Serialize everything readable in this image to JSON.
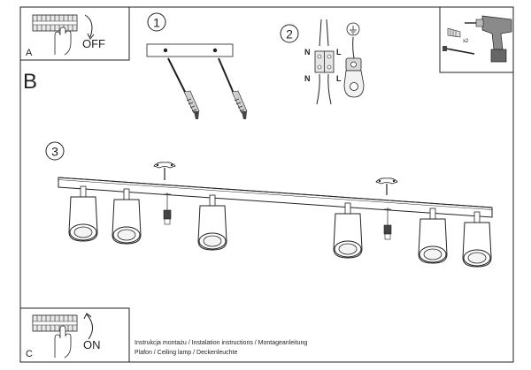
{
  "panel_a": {
    "letter": "A",
    "label": "OFF"
  },
  "panel_b": {
    "letter": "B"
  },
  "panel_c": {
    "letter": "C",
    "label": "ON"
  },
  "steps": {
    "one": "1",
    "two": "2",
    "three": "3"
  },
  "wiring": {
    "n_top": "N",
    "l_top": "L",
    "n_bottom": "N",
    "l_bottom": "L"
  },
  "tools": {
    "count": "x2"
  },
  "footer": {
    "line1": "Instrukcja montażu / Instalation instructions / Montageanleitung",
    "line2": "Plafon / Ceiling lamp / Deckenleuchte"
  },
  "colors": {
    "line": "#222222",
    "fill_light": "#f2f2f2",
    "fill_mid": "#cfcfcf",
    "fill_dark": "#7a7a7a"
  }
}
